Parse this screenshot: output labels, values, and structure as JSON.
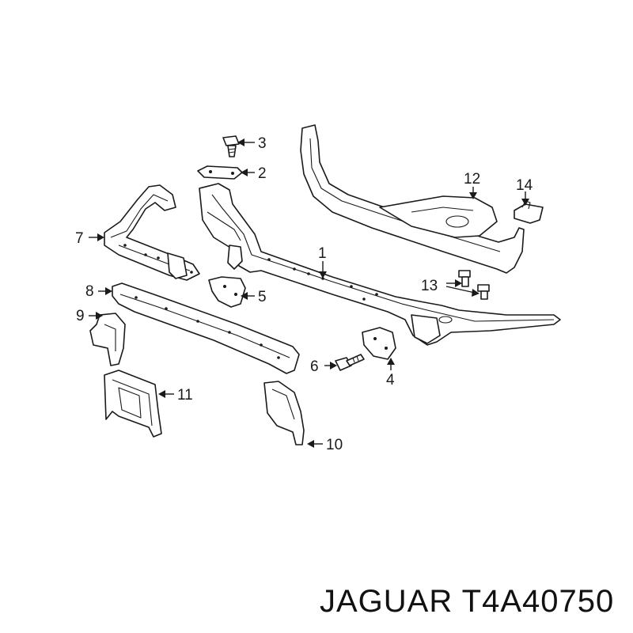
{
  "diagram": {
    "callouts": [
      {
        "id": "1",
        "label": "1"
      },
      {
        "id": "2",
        "label": "2"
      },
      {
        "id": "3",
        "label": "3"
      },
      {
        "id": "4",
        "label": "4"
      },
      {
        "id": "5",
        "label": "5"
      },
      {
        "id": "6",
        "label": "6"
      },
      {
        "id": "7",
        "label": "7"
      },
      {
        "id": "8",
        "label": "8"
      },
      {
        "id": "9",
        "label": "9"
      },
      {
        "id": "10",
        "label": "10"
      },
      {
        "id": "11",
        "label": "11"
      },
      {
        "id": "12",
        "label": "12"
      },
      {
        "id": "13",
        "label": "13"
      },
      {
        "id": "14",
        "label": "14"
      }
    ]
  },
  "caption": {
    "brand": "JAGUAR",
    "part_number": "T4A40750",
    "text": "JAGUAR T4A40750"
  }
}
